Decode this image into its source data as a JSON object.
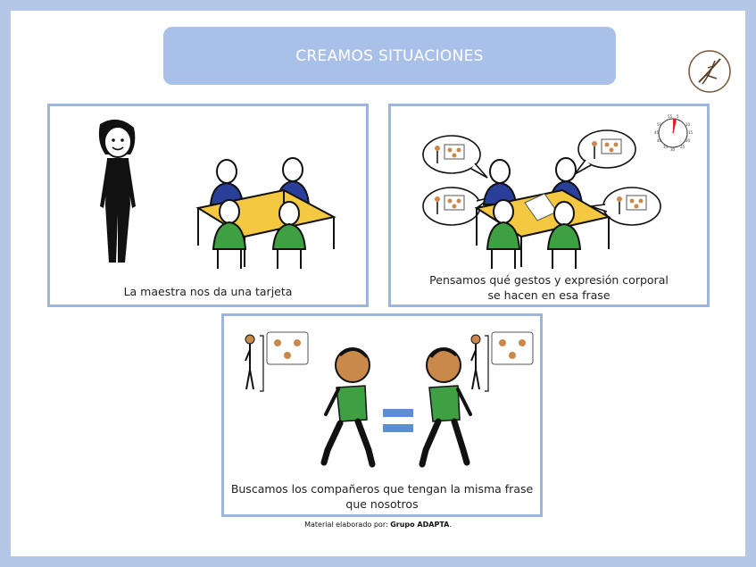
{
  "title": "CREAMOS SITUACIONES",
  "panels": [
    {
      "caption": "La maestra nos da una tarjeta"
    },
    {
      "caption_line1": "Pensamos qué gestos y expresión corporal",
      "caption_line2": "se hacen en esa frase"
    },
    {
      "caption_line1": "Buscamos los compañeros que tengan la misma frase",
      "caption_line2": "que nosotros"
    }
  ],
  "timer_labels": [
    "55",
    "5",
    "50",
    "10",
    "45",
    "15",
    "40",
    "20",
    "35",
    "25",
    "30"
  ],
  "credit": {
    "prefix": "Material elaborado por:",
    "author": "Grupo ADAPTA",
    "suffix": "."
  },
  "colors": {
    "frame": "#b4c7e7",
    "title_bar": "#a9c0e8",
    "panel_border": "#9db4dc",
    "table": "#f5c842",
    "shirt_blue": "#2a3f9a",
    "shirt_green": "#3ea043",
    "skin": "#c9894a",
    "equals": "#5b8ed6"
  }
}
